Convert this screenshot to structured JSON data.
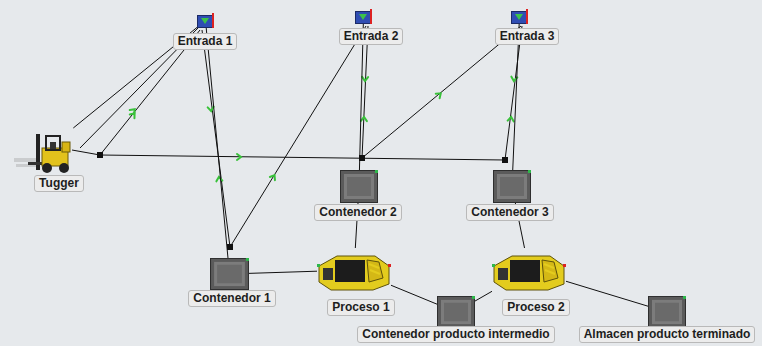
{
  "diagram": {
    "nodes": [
      {
        "text": [
          "Entrada 1"
        ]
      },
      {
        "text": [
          "Entrada 2"
        ]
      },
      {
        "text": [
          "Entrada 3"
        ]
      },
      {
        "text": [
          "Tugger"
        ]
      },
      {
        "text": [
          "Contenedor 2"
        ]
      },
      {
        "text": [
          "Contenedor 3"
        ]
      },
      {
        "text": [
          "Contenedor 1"
        ]
      },
      {
        "text": [
          "Proceso 1"
        ]
      },
      {
        "text": [
          "Proceso 2"
        ]
      },
      {
        "text": [
          "Contenedor producto intermedio"
        ]
      },
      {
        "text": [
          "Almacen producto terminado"
        ]
      }
    ],
    "edges": [
      {
        "from": 3,
        "to": 0,
        "arrow": "none"
      },
      {
        "from": 0,
        "to": 6,
        "arrow": "none"
      },
      {
        "from": 1,
        "to": 4,
        "arrow": "none"
      },
      {
        "from": 2,
        "to": 5,
        "arrow": "none"
      },
      {
        "from": 6,
        "to": 7,
        "arrow": "none"
      },
      {
        "from": 4,
        "to": 7,
        "arrow": "none"
      },
      {
        "from": 7,
        "to": 9,
        "arrow": "none"
      },
      {
        "from": 9,
        "to": 8,
        "arrow": "none"
      },
      {
        "from": 5,
        "to": 8,
        "arrow": "none"
      },
      {
        "from": 8,
        "to": 10,
        "arrow": "none"
      }
    ]
  }
}
